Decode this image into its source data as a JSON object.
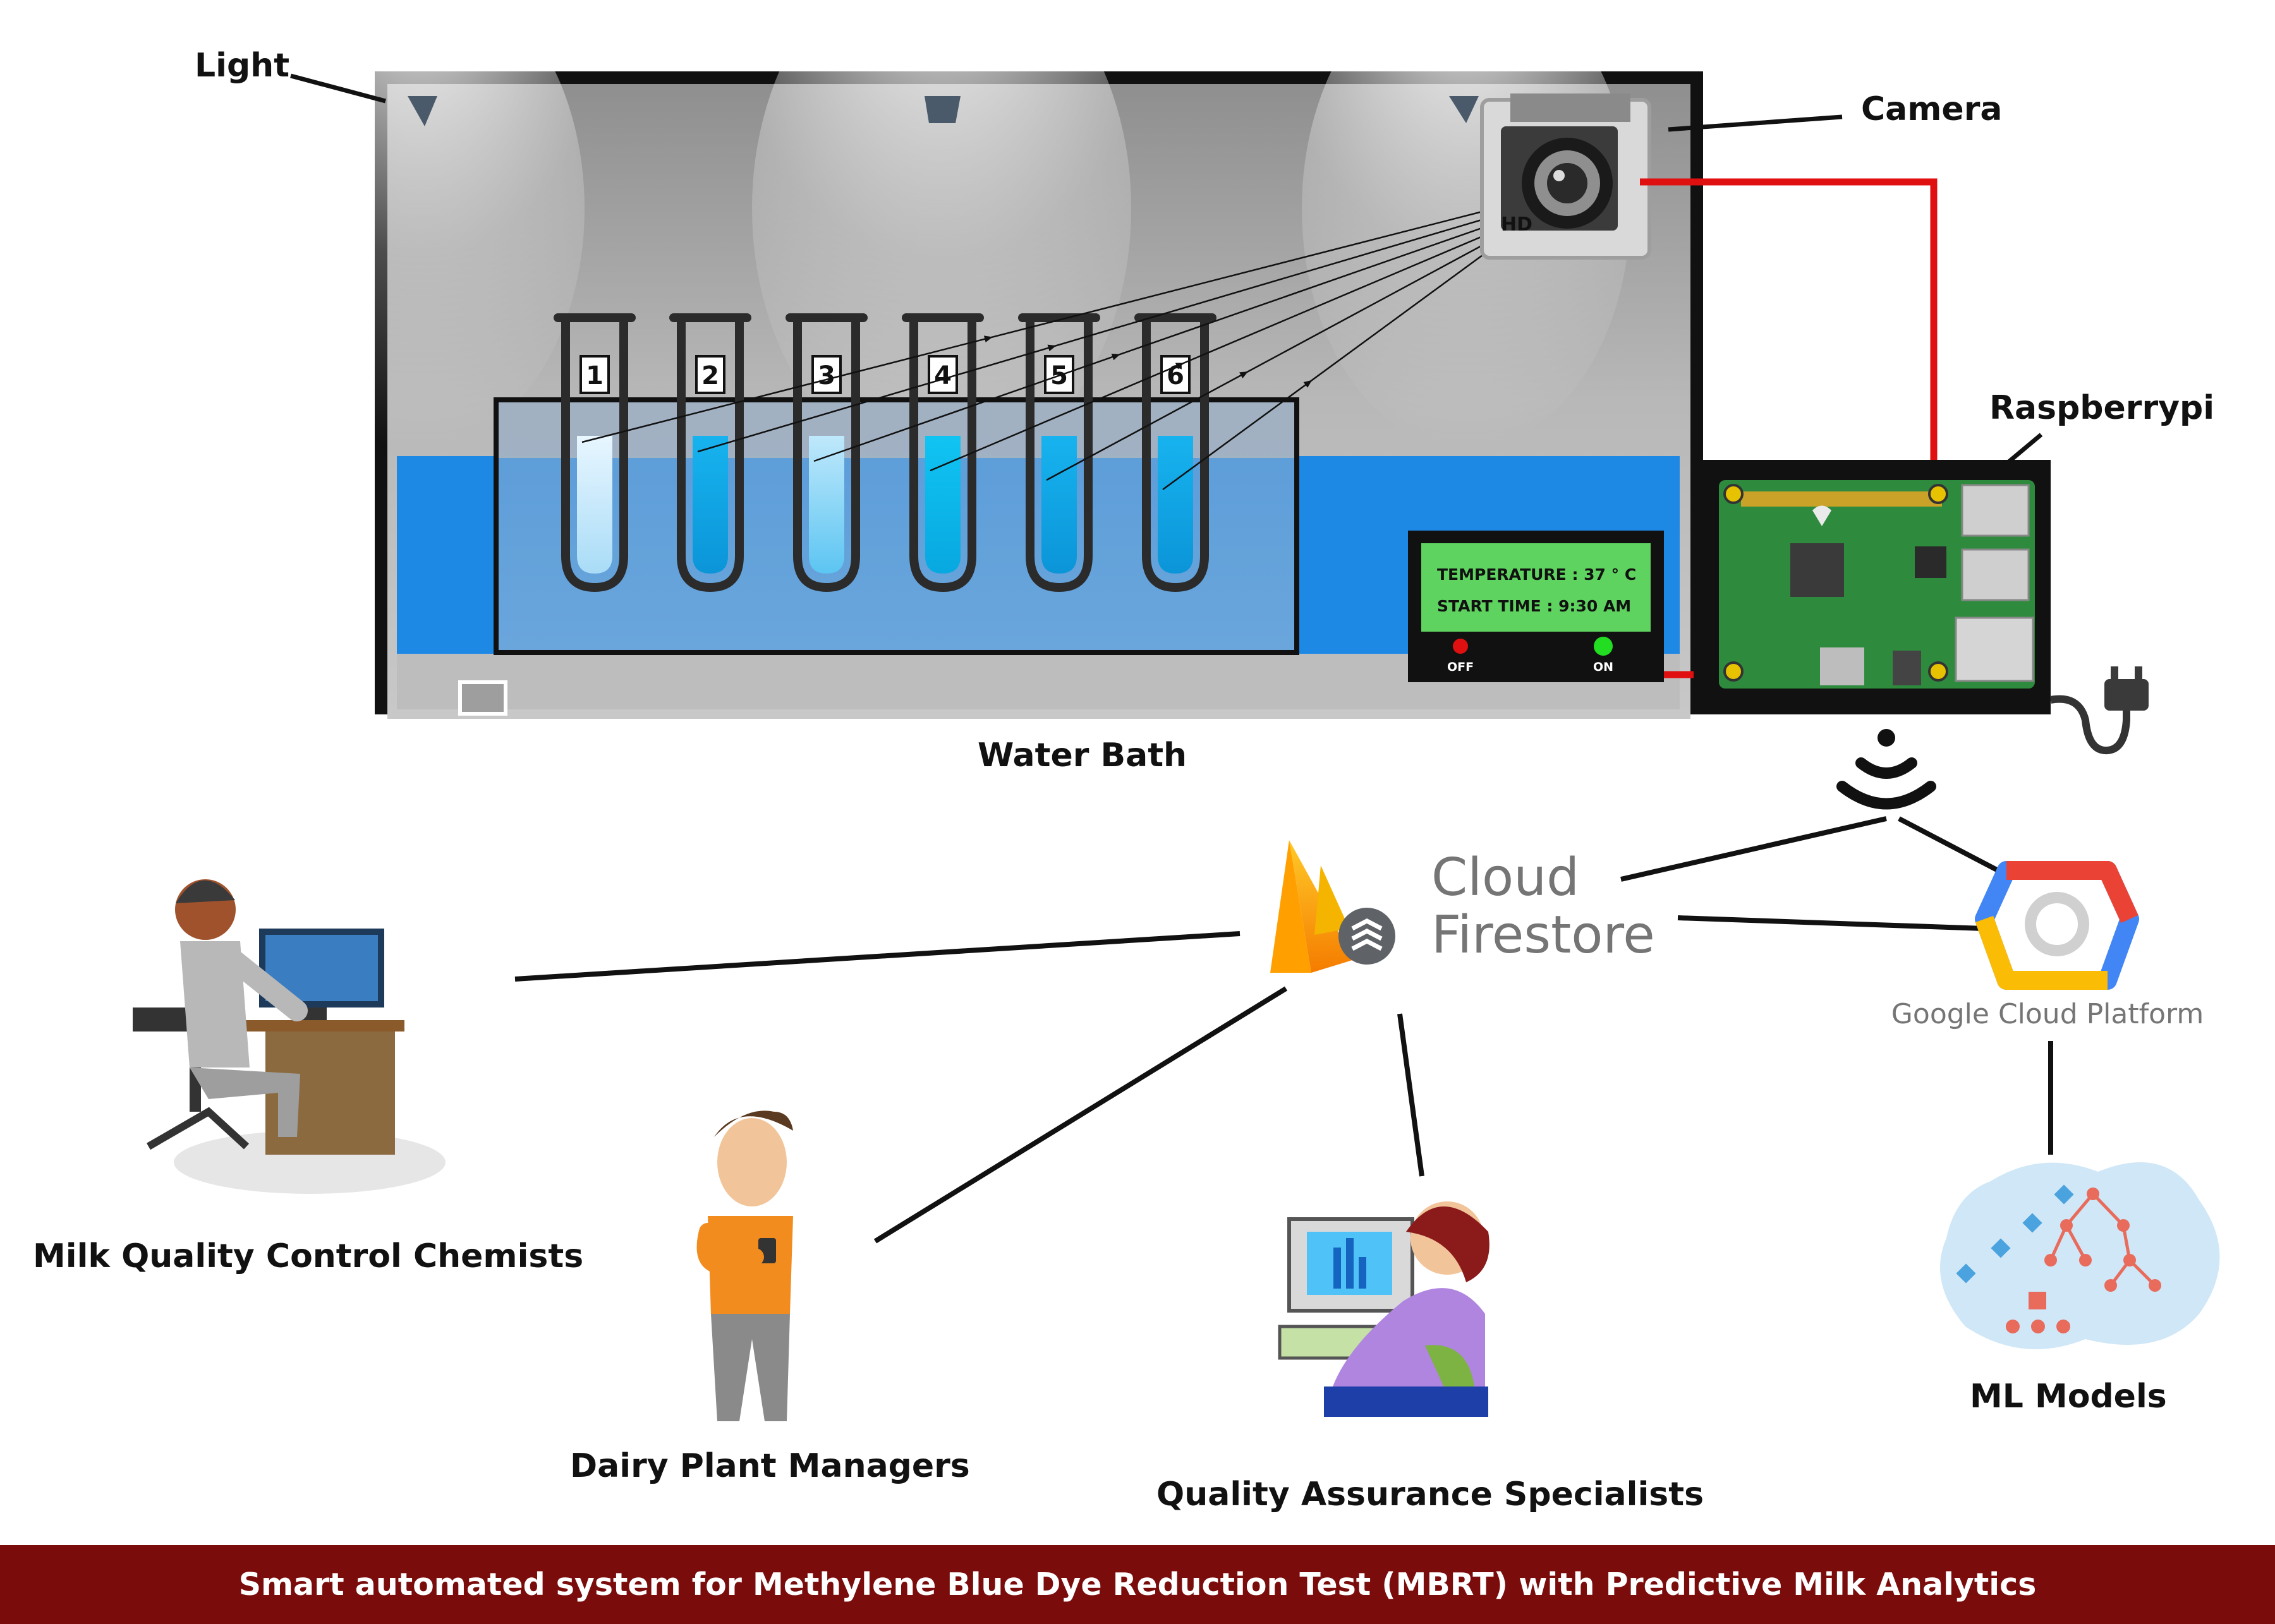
{
  "labels": {
    "light": "Light",
    "camera": "Camera",
    "raspberrypi": "Raspberrypi",
    "water_bath": "Water Bath",
    "chemists": "Milk Quality Control Chemists",
    "managers": "Dairy Plant Managers",
    "qa": "Quality Assurance Specialists",
    "ml": "ML Models"
  },
  "tubes": [
    "1",
    "2",
    "3",
    "4",
    "5",
    "6"
  ],
  "control_panel": {
    "temperature": "TEMPERATURE : 37 ° C",
    "start_time": "START TIME : 9:30 AM",
    "off": "OFF",
    "on": "ON"
  },
  "camera_badge": "HD",
  "firestore": {
    "line1": "Cloud",
    "line2": "Firestore"
  },
  "gcp": {
    "name": "Google Cloud Platform"
  },
  "footer": "Smart automated  system for Methylene Blue Dye Reduction Test (MBRT) with Predictive Milk Analytics",
  "colors": {
    "footer_bg": "#7a0c0c",
    "water": "#1e88e5",
    "connector_red": "#e01010",
    "panel_screen": "#5fd35f",
    "board_green": "#2e8b3e"
  }
}
